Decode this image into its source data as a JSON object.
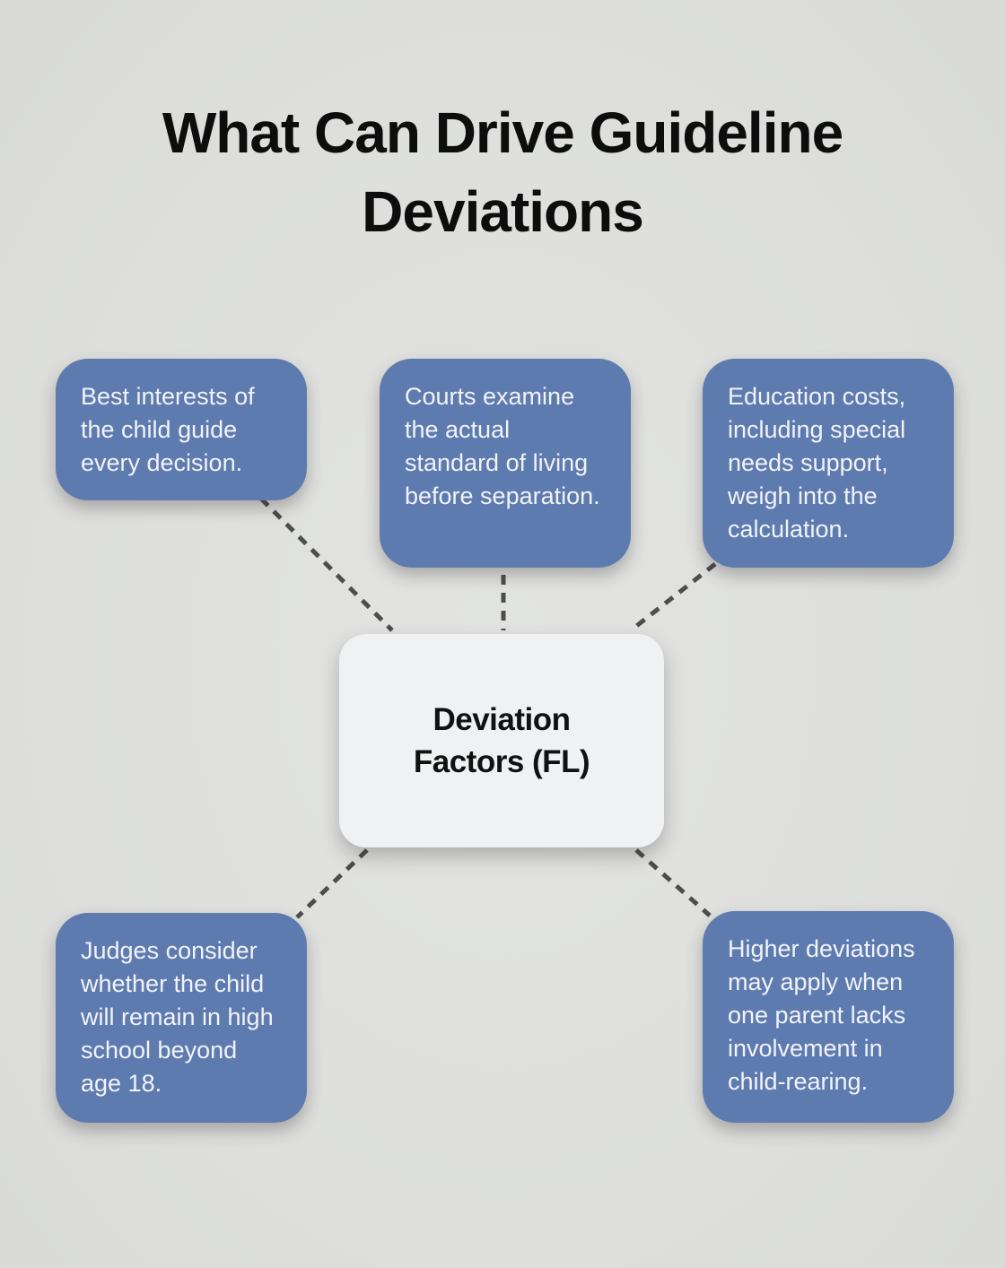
{
  "title": {
    "lines": [
      "What Can Drive Guideline",
      "Deviations"
    ]
  },
  "diagram": {
    "center": {
      "id": "deviation-factors-fl",
      "label": "Deviation Factors (FL)",
      "lines": [
        "Deviation",
        "Factors (FL)"
      ]
    },
    "nodes": [
      {
        "id": "best-interests",
        "position": "top-left",
        "text": "Best interests of the child guide every decision."
      },
      {
        "id": "standard-of-living",
        "position": "top-center",
        "text": "Courts examine the actual standard of living before separation."
      },
      {
        "id": "education-costs",
        "position": "top-right",
        "text": "Education costs, including special needs support, weigh into the calculation."
      },
      {
        "id": "high-school-age",
        "position": "bottom-left",
        "text": "Judges consider whether the child will remain in high school beyond age 18."
      },
      {
        "id": "parent-involvement",
        "position": "bottom-right",
        "text": "Higher deviations may apply when one parent lacks involvement in child-rearing."
      }
    ]
  },
  "colors": {
    "background": "#dedfdd",
    "node_fill": "#5e7bb0",
    "node_text": "#f1f3f7",
    "center_fill": "#f0f1f2",
    "center_text": "#111111",
    "connector": "#4d4d4d",
    "title_text": "#0d0d0d"
  }
}
